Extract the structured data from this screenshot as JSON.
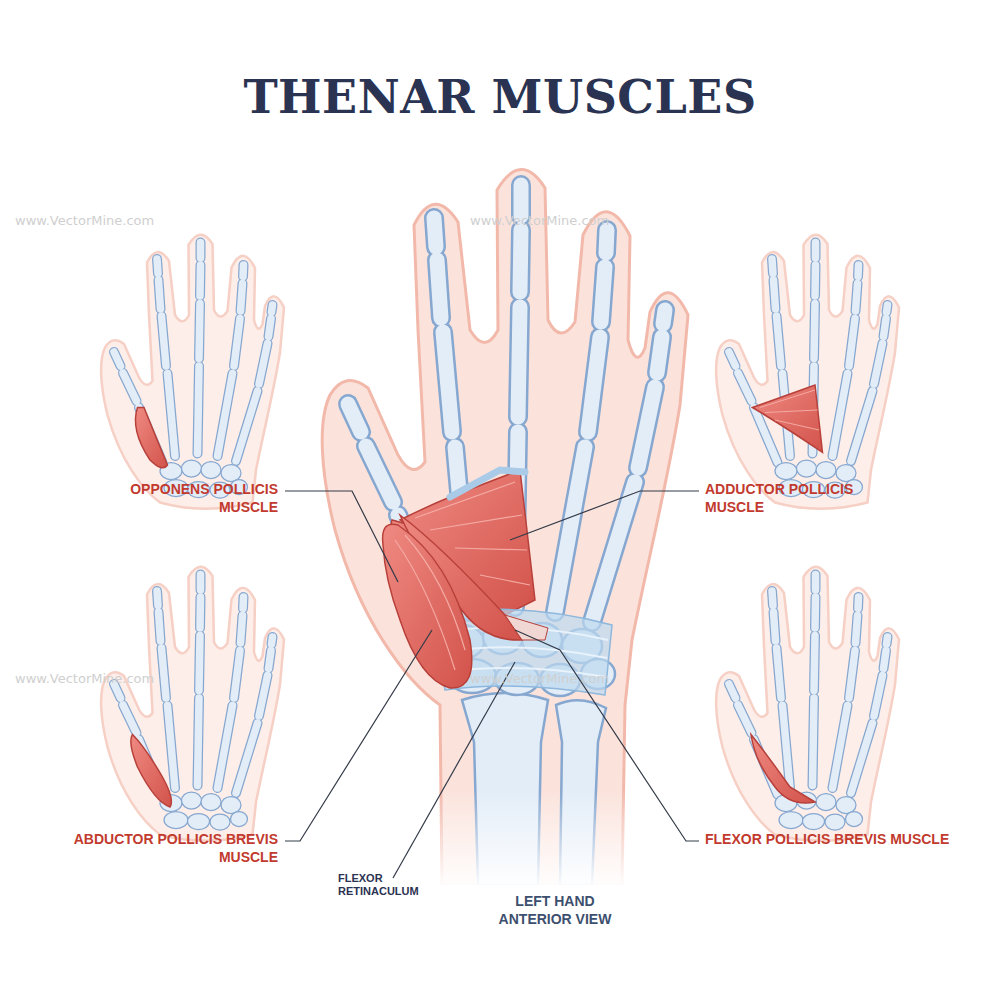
{
  "diagram": {
    "title": "THENAR MUSCLES",
    "labels": [
      "www.VectorMine.com",
      "www.VectorMine.com",
      "www.VectorMine.com",
      "www.VectorMine.com",
      "OPPONENS POLLICIS MUSCLE",
      "ADDUCTOR POLLICIS MUSCLE",
      "ABDUCTOR POLLICIS BREVIS MUSCLE",
      "FLEXOR RETINACULUM",
      "LEFT HAND ANTERIOR VIEW",
      "FLEXOR POLLICIS BREVIS MUSCLE"
    ]
  }
}
